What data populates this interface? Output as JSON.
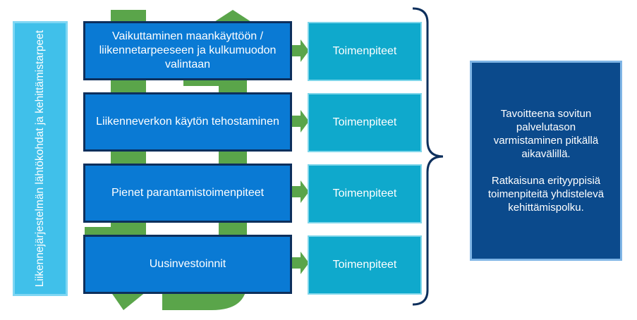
{
  "left_label": "Liikennejärjestelmän lähtökohdat ja kehittämistarpeet",
  "steps": [
    {
      "label": "Vaikuttaminen maankäyttöön / liikennetarpeeseen ja kulkumuodon valintaan",
      "action": "Toimenpiteet"
    },
    {
      "label": "Liikenneverkon käytön tehostaminen",
      "action": "Toimenpiteet"
    },
    {
      "label": "Pienet parantamistoimenpiteet",
      "action": "Toimenpiteet"
    },
    {
      "label": "Uusinvestoinnit",
      "action": "Toimenpiteet"
    }
  ],
  "goal": {
    "paragraph_1": "Tavoitteena sovitun palvelutason varmistaminen pitkällä aikavälillä.",
    "paragraph_2": "Ratkaisuna erityyppisiä toimenpiteitä yhdistelevä kehittämispolku."
  },
  "colors": {
    "arrow_green": "#5aa54a",
    "step_blue": "#0a7ad4",
    "action_teal": "#0fa9cc",
    "goal_navy": "#0b4a8c",
    "left_cyan": "#40c0ea"
  }
}
